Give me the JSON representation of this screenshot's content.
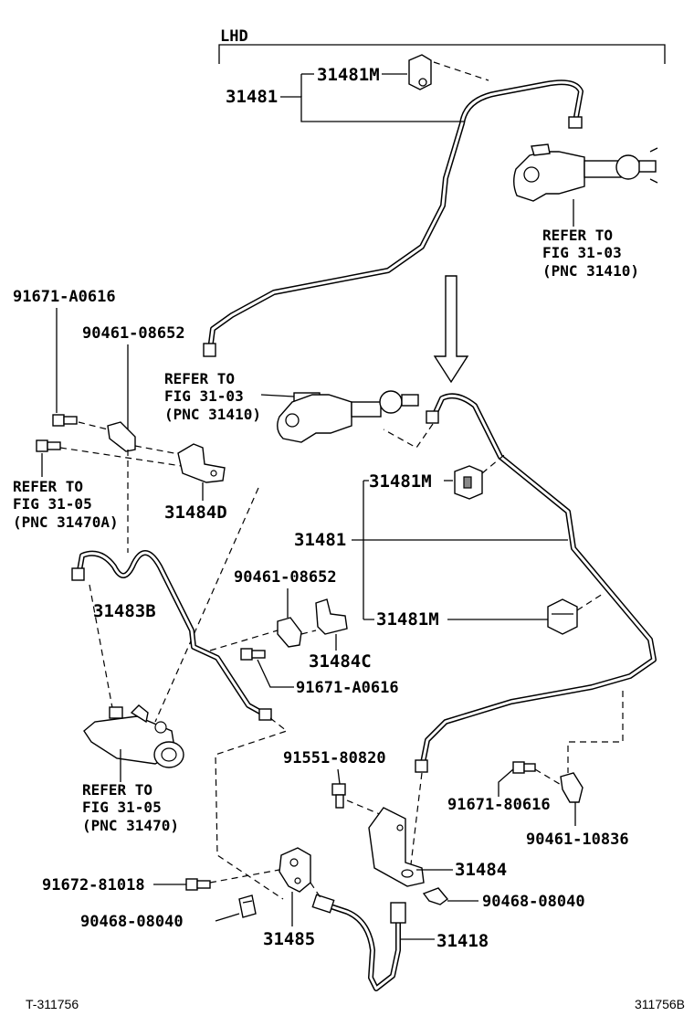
{
  "header": {
    "variant_label": "LHD"
  },
  "labels": {
    "l_31481M_top": "31481M",
    "l_31481_top": "31481",
    "l_ref_top_1": "REFER TO",
    "l_ref_top_2": "FIG 31-03",
    "l_ref_top_3": "(PNC 31410)",
    "l_91671_A0616_a": "91671-A0616",
    "l_90461_08652_a": "90461-08652",
    "l_ref_mid_1": "REFER TO",
    "l_ref_mid_2": "FIG 31-03",
    "l_ref_mid_3": "(PNC 31410)",
    "l_ref_left_1": "REFER TO",
    "l_ref_left_2": "FIG 31-05",
    "l_ref_left_3": "(PNC 31470A)",
    "l_31484D": "31484D",
    "l_31481M_r1": "31481M",
    "l_31481_r": "31481",
    "l_31481M_r2": "31481M",
    "l_31483B": "31483B",
    "l_90461_08652_b": "90461-08652",
    "l_31484C": "31484C",
    "l_91671_A0616_b": "91671-A0616",
    "l_ref_bot_1": "REFER TO",
    "l_ref_bot_2": "FIG 31-05",
    "l_ref_bot_3": "(PNC 31470)",
    "l_91551_80820": "91551-80820",
    "l_91671_80616": "91671-80616",
    "l_90461_10836": "90461-10836",
    "l_31484": "31484",
    "l_90468_08040_r": "90468-08040",
    "l_91672_81018": "91672-81018",
    "l_90468_08040_l": "90468-08040",
    "l_31485": "31485",
    "l_31418": "31418"
  },
  "footer": {
    "left_code": "T-311756",
    "right_code": "311756B"
  }
}
